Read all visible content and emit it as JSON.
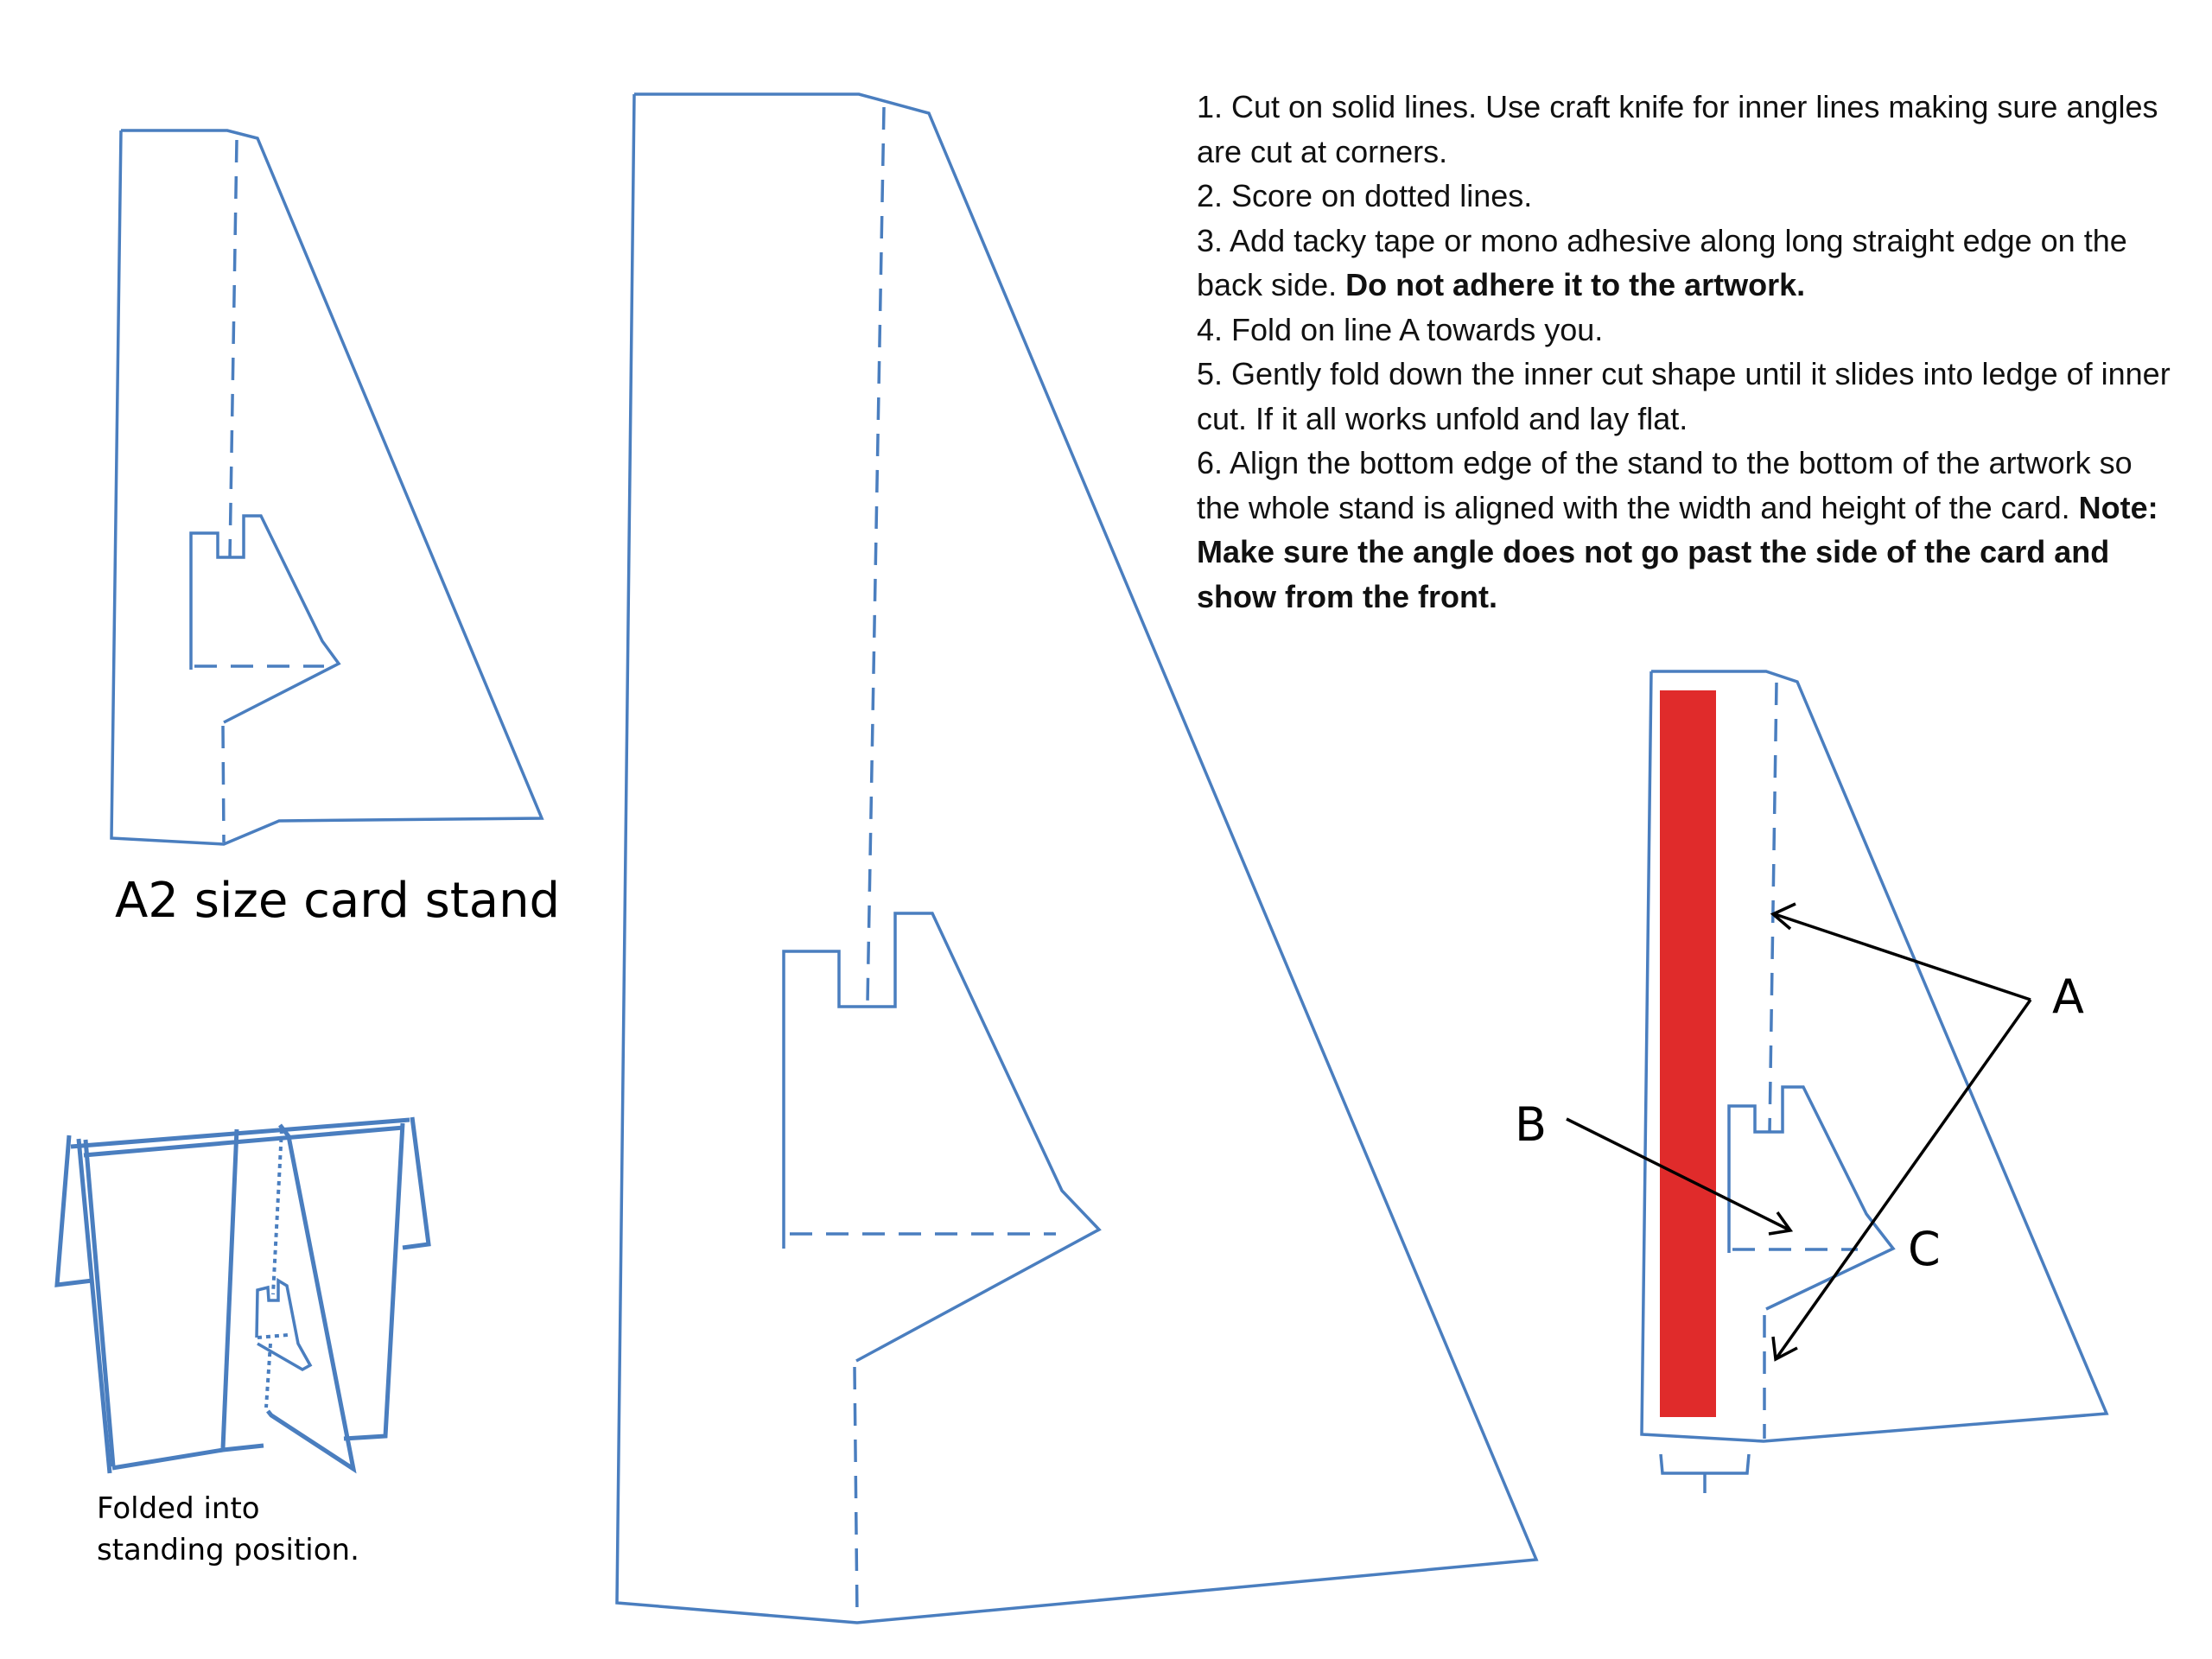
{
  "diagram": {
    "title": "A2 size card stand",
    "caption_line1": "Folded into",
    "caption_line2": "standing position.",
    "colors": {
      "line": "#4a7ebf",
      "adhesive": "#e02b2b",
      "arrow": "#000000"
    },
    "labels": {
      "a": "A",
      "b": "B",
      "c": "C"
    }
  },
  "instructions": [
    {
      "prefix": "1. Cut on solid lines. Use craft knife for inner lines making sure angles are cut at corners.",
      "bold": ""
    },
    {
      "prefix": "2. Score on dotted lines.",
      "bold": ""
    },
    {
      "prefix": "3. Add tacky tape or mono adhesive along long straight edge on the back side.  ",
      "bold": "Do not adhere it to the artwork."
    },
    {
      "prefix": "4. Fold on line A towards you.",
      "bold": ""
    },
    {
      "prefix": "5.  Gently fold down the inner cut shape until it slides into ledge of inner cut. If it all works unfold and lay flat.",
      "bold": ""
    },
    {
      "prefix": "6.  Align the bottom edge of the stand to the bottom of the artwork so the whole stand is aligned with the width and height of the card.  ",
      "bold": "Note:  Make sure the angle does not go past the side of the card and show from the front."
    }
  ]
}
